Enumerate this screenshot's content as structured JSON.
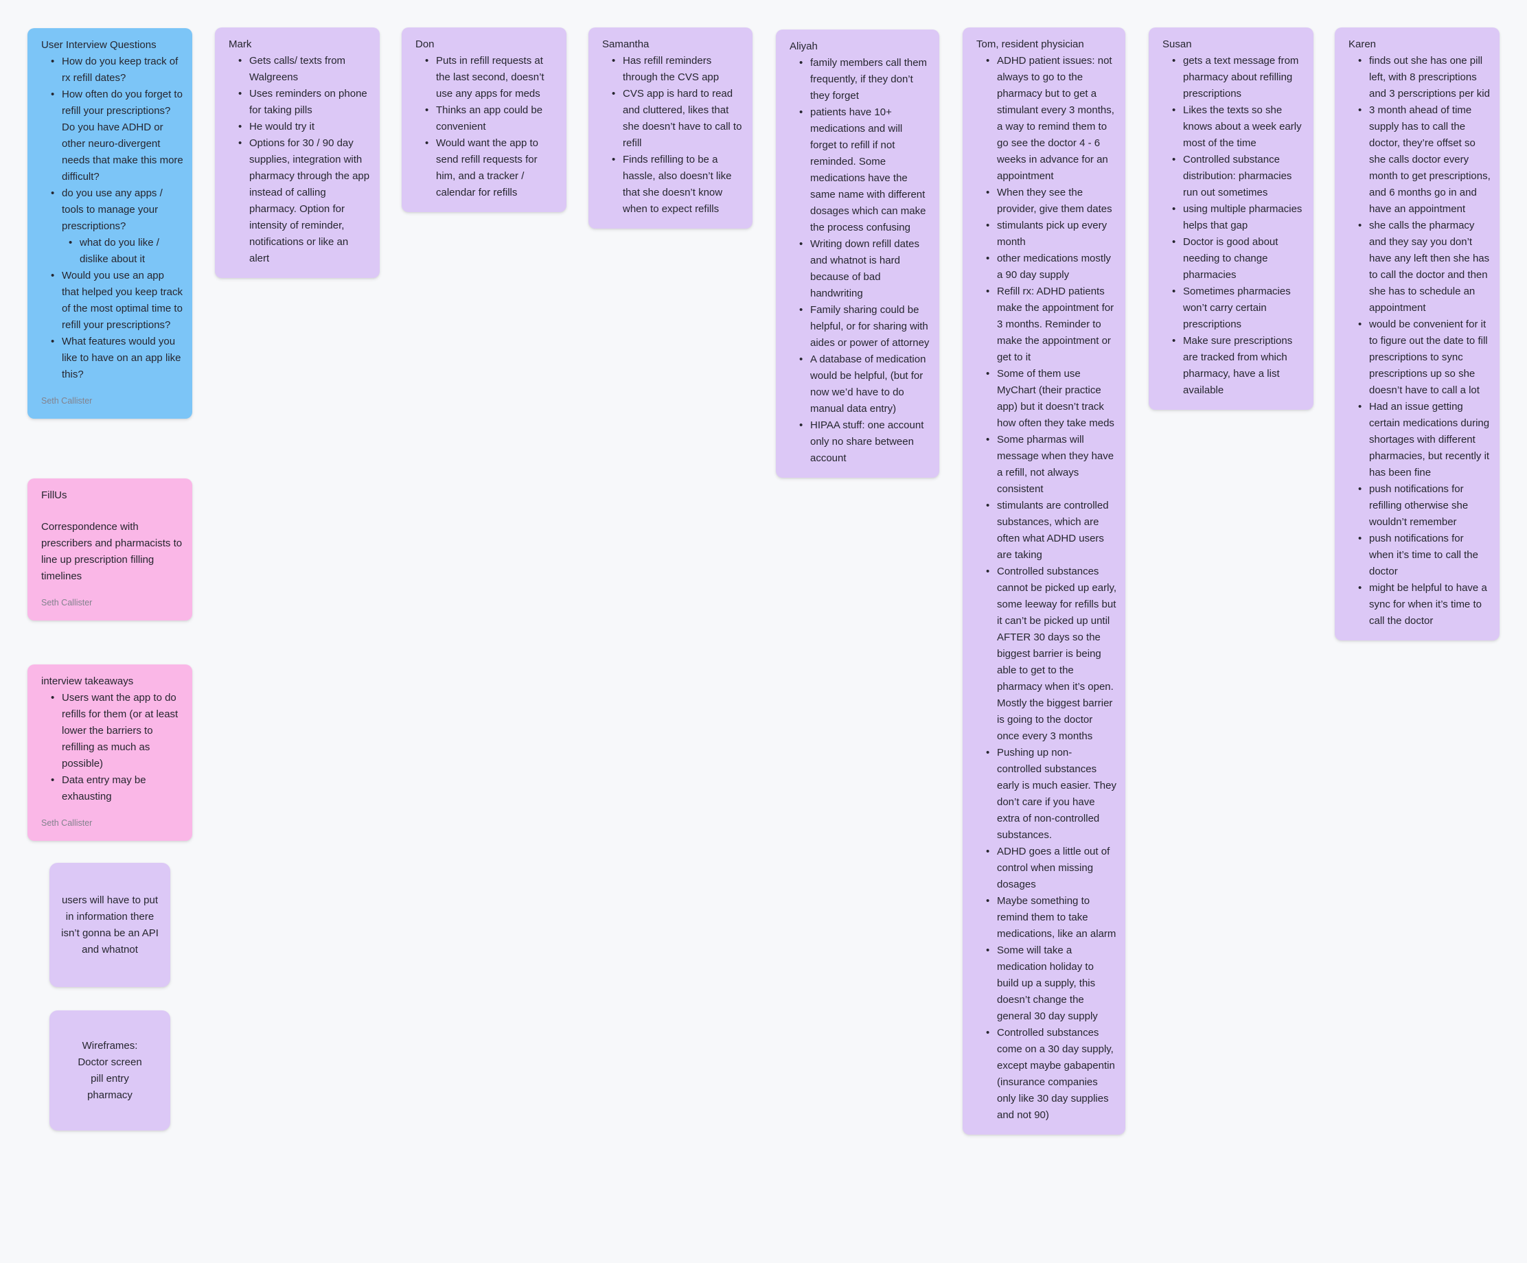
{
  "board": {
    "background": "#f7f8fa",
    "colors": {
      "blue": "#7cc5f7",
      "pink": "#fab7e7",
      "purple": "#dcc8f6",
      "ink": "#26262f",
      "author_gray": "#83838e"
    }
  },
  "cards": {
    "questions": {
      "title": "User Interview Questions",
      "bullets": [
        {
          "text": "How do you keep track of rx refill dates?"
        },
        {
          "text": "How often do you forget to refill your prescriptions? Do you have ADHD or other neuro-divergent needs that make this more difficult?"
        },
        {
          "text": "do you use any apps / tools to manage your prescriptions?"
        },
        {
          "text": "what do you like / dislike about it",
          "indent": 1
        },
        {
          "text": "Would you use an app that helped you keep track of the most optimal time to refill your prescriptions?"
        },
        {
          "text": "What features would you like to have on an app like this?"
        }
      ],
      "author": "Seth Callister"
    },
    "fillus": {
      "title": "FillUs",
      "body": "Correspondence with prescribers and pharmacists to line up prescription filling timelines",
      "author": "Seth Callister"
    },
    "takeaways": {
      "title": "interview takeaways",
      "bullets": [
        "Users want the app to do refills for them (or at least lower the barriers to refilling as much as possible)",
        "Data entry may be exhausting"
      ],
      "author": "Seth Callister"
    },
    "note_api": {
      "text": "users will have to put in information there isn’t gonna be an API and whatnot"
    },
    "note_wireframes": {
      "lines": [
        "Wireframes:",
        "Doctor screen",
        "pill entry",
        "pharmacy"
      ]
    },
    "mark": {
      "title": "Mark",
      "bullets": [
        "Gets calls/ texts from Walgreens",
        "Uses reminders on phone for taking pills",
        "He would try it",
        "Options for 30 / 90 day supplies, integration with pharmacy through the app instead of calling pharmacy. Option for intensity of reminder, notifications or like an alert"
      ]
    },
    "don": {
      "title": "Don",
      "bullets": [
        "Puts in refill requests at the last second, doesn’t use any apps for meds",
        "Thinks an app could be convenient",
        "Would want the app to send refill requests for him, and a tracker / calendar for refills"
      ]
    },
    "samantha": {
      "title": "Samantha",
      "bullets": [
        "Has refill reminders through the CVS app",
        "CVS app is hard to read and cluttered, likes that she doesn’t have to call to refill",
        "Finds refilling to be a hassle, also doesn’t like that she doesn’t know when to expect refills"
      ]
    },
    "aliyah": {
      "title": "Aliyah",
      "bullets": [
        "family members call them frequently, if they don’t they forget",
        "patients have 10+ medications and will forget to refill if not reminded. Some medications have the same name with different dosages which can make the process confusing",
        "Writing down refill dates and whatnot is hard because of bad handwriting",
        "Family sharing could be helpful, or for sharing with aides or power of attorney",
        "A database of medication would be helpful, (but for now we’d have to do manual data entry)",
        "HIPAA stuff: one account only no share between account"
      ]
    },
    "tom": {
      "title": "Tom, resident physician",
      "bullets": [
        "ADHD patient issues: not always to go to the pharmacy but to get a stimulant every 3 months, a way to remind them to go see the doctor 4 - 6 weeks in advance for an appointment",
        "When they see the provider, give them dates",
        "stimulants pick up every month",
        "other medications mostly a 90 day supply",
        "Refill rx: ADHD patients make the appointment for 3 months. Reminder to make the appointment or get to it",
        "Some of them use MyChart (their practice app) but it doesn’t track how often they take meds",
        "Some pharmas will message when they have a refill, not always consistent",
        "stimulants are controlled substances, which are often what ADHD users are taking",
        "Controlled substances cannot be picked up early, some leeway for refills but it can’t be picked up until AFTER 30 days so the biggest barrier is being able to get to the pharmacy when it’s open. Mostly the biggest barrier is going to the doctor once every 3 months",
        "Pushing up non-controlled substances early is much easier. They don’t care if you have extra of non-controlled substances.",
        "ADHD goes a little out of control when missing dosages",
        "Maybe something to remind them to take medications, like an alarm",
        "Some will take a medication holiday to build up a supply, this doesn’t change the general 30 day supply",
        "Controlled substances come on a 30 day supply, except maybe gabapentin (insurance companies only like 30 day supplies and not 90)"
      ]
    },
    "susan": {
      "title": "Susan",
      "bullets": [
        "gets a text message from pharmacy about refilling prescriptions",
        "Likes the texts so she knows about a week early most of the time",
        "Controlled substance distribution: pharmacies run out sometimes",
        "using multiple pharmacies helps that gap",
        "Doctor is good about needing to change pharmacies",
        "Sometimes pharmacies won’t carry certain prescriptions",
        "Make sure prescriptions are tracked from which pharmacy, have a list available"
      ]
    },
    "karen": {
      "title": "Karen",
      "bullets": [
        "finds out she has one pill left, with 8 prescriptions and 3 perscriptions per kid",
        "3 month ahead of time supply has to call the doctor, they’re offset so she calls doctor every month to get prescriptions, and 6 months go in and have an appointment",
        "she calls the pharmacy and they say you don’t have any left then she has to call the doctor and then she has to schedule an appointment",
        "would be convenient for it to figure out the date to fill prescriptions to sync prescriptions up so she doesn’t have to call a lot",
        "Had an issue getting certain medications during shortages with different pharmacies, but recently it has been fine",
        "push notifications for refilling otherwise she wouldn’t remember",
        "push notifications for when it’s time to call the doctor",
        "might be helpful to have a sync for when it’s time to call the doctor"
      ]
    }
  }
}
